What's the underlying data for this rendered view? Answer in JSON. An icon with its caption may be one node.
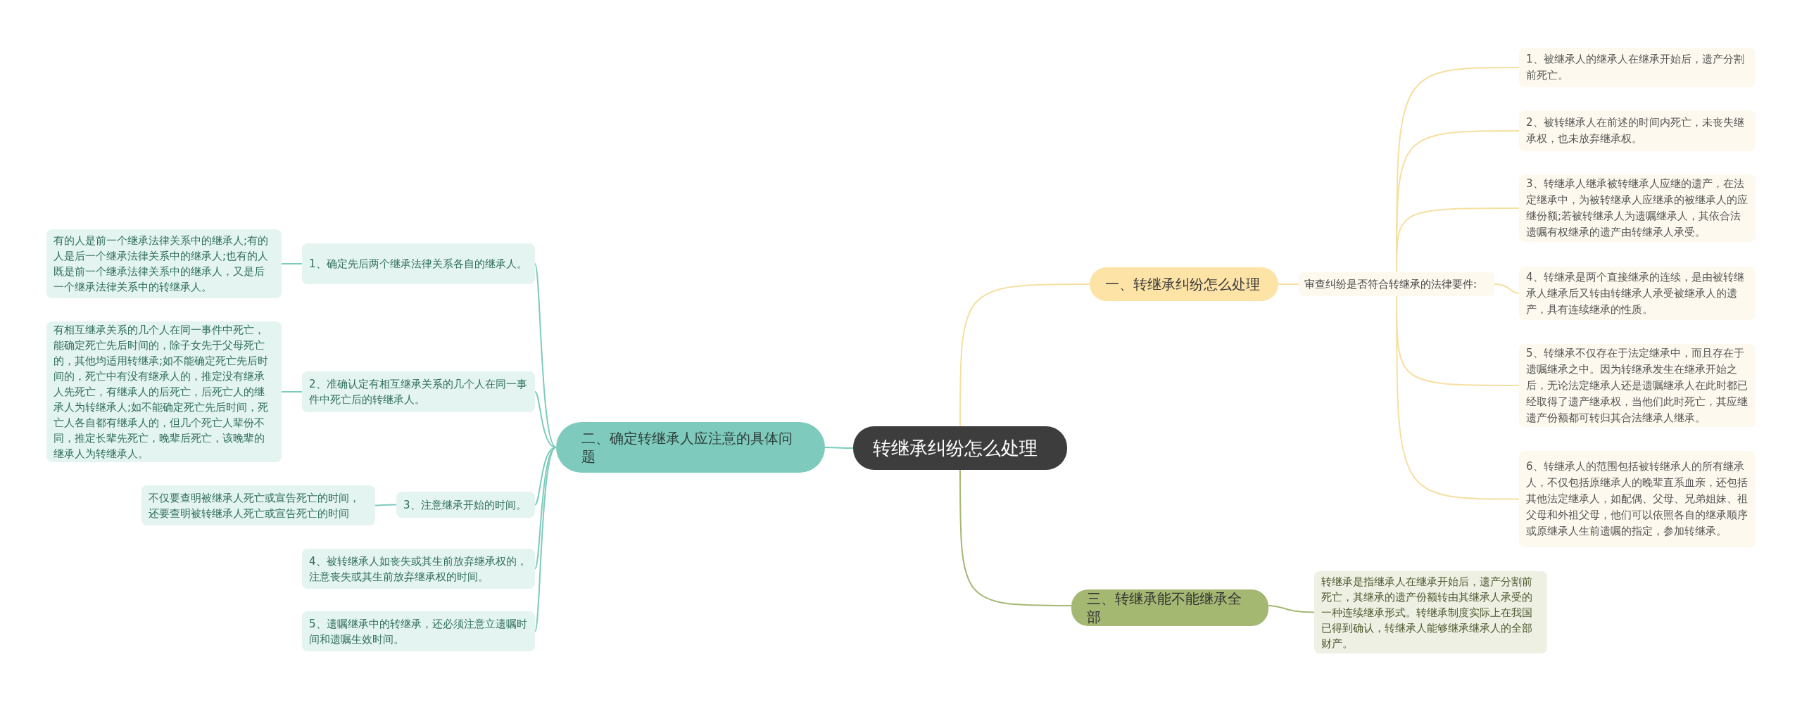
{
  "diagram": {
    "nodes": [
      {
        "text": [
          "转继承纠纷怎么处理"
        ]
      },
      {
        "text": [
          "一、转继承纠纷怎么处理"
        ]
      },
      {
        "text": [
          "审查纠纷是否符合转继承的法律要件:"
        ]
      },
      {
        "text": [
          "1、被继承人的继承人在继承开始后，遗产分割前死亡。"
        ]
      },
      {
        "text": [
          "2、被转继承人在前述的时间内死亡，未丧失继承权，也未放弃继承权。"
        ]
      },
      {
        "text": [
          "3、转继承人继承被转继承人应继的遗产，在法定继承中，为被转继承人应继承的被继承人的应继份额;若被转继承人为遗嘱继承人，其依合法遗嘱有权继承的遗产由转继承人承受。"
        ]
      },
      {
        "text": [
          "4、转继承是两个直接继承的连续，是由被转继承人继承后又转由转继承人承受被继承人的遗产，具有连续继承的性质。"
        ]
      },
      {
        "text": [
          "5、转继承不仅存在于法定继承中，而且存在于遗嘱继承之中。因为转继承发生在继承开始之后，无论法定继承人还是遗嘱继承人在此时都已经取得了遗产继承权，当他们此时死亡，其应继遗产份额都可转归其合法继承人继承。"
        ]
      },
      {
        "text": [
          "6、转继承人的范围包括被转继承人的所有继承人，不仅包括原继承人的晚辈直系血亲，还包括其他法定继承人，如配偶、父母、兄弟姐妹、祖父母和外祖父母，他们可以依照各自的继承顺序或原继承人生前遗嘱的指定，参加转继承。"
        ]
      },
      {
        "text": [
          "二、确定转继承人应注意的具体问题"
        ]
      },
      {
        "text": [
          "1、确定先后两个继承法律关系各自的继承人。"
        ]
      },
      {
        "text": [
          "有的人是前一个继承法律关系中的继承人;有的人是后一个继承法律关系中的继承人;也有的人既是前一个继承法律关系中的继承人，又是后一个继承法律关系中的转继承人。"
        ]
      },
      {
        "text": [
          "2、准确认定有相互继承关系的几个人在同一事件中死亡后的转继承人。"
        ]
      },
      {
        "text": [
          "有相互继承关系的几个人在同一事件中死亡，能确定死亡先后时间的，除子女先于父母死亡的，其他均适用转继承;如不能确定死亡先后时间的，死亡中有没有继承人的，推定没有继承人先死亡，有继承人的后死亡，后死亡人的继承人为转继承人;如不能确定死亡先后时间，死亡人各自都有继承人的，但几个死亡人辈份不同，推定长辈先死亡，晚辈后死亡，该晚辈的继承人为转继承人。"
        ]
      },
      {
        "text": [
          "3、注意继承开始的时间。"
        ]
      },
      {
        "text": [
          "不仅要查明被继承人死亡或宣告死亡的时间，还要查明被转继承人死亡或宣告死亡的时间"
        ]
      },
      {
        "text": [
          "4、被转继承人如丧失或其生前放弃继承权的，注意丧失或其生前放弃继承权的时间。"
        ]
      },
      {
        "text": [
          "5、遗嘱继承中的转继承，还必须注意立遗嘱时间和遗嘱生效时间。"
        ]
      },
      {
        "text": [
          "三、转继承能不能继承全部"
        ]
      },
      {
        "text": [
          "转继承是指继承人在继承开始后，遗产分割前死亡，其继承的遗产份额转由其继承人承受的一种连续继承形式。转继承制度实际上在我国已得到确认，转继承人能够继承继承人的全部财产。"
        ]
      }
    ],
    "edges": [
      {
        "from": 0,
        "to": 1,
        "arrow": "none",
        "color": "#f6dfa0"
      },
      {
        "from": 1,
        "to": 2,
        "arrow": "none",
        "color": "#f6dfa0"
      },
      {
        "from": 2,
        "to": 3,
        "arrow": "none",
        "color": "#f6dfa0"
      },
      {
        "from": 2,
        "to": 4,
        "arrow": "none",
        "color": "#f6dfa0"
      },
      {
        "from": 2,
        "to": 5,
        "arrow": "none",
        "color": "#f6dfa0"
      },
      {
        "from": 2,
        "to": 6,
        "arrow": "none",
        "color": "#f6dfa0"
      },
      {
        "from": 2,
        "to": 7,
        "arrow": "none",
        "color": "#f6dfa0"
      },
      {
        "from": 2,
        "to": 8,
        "arrow": "none",
        "color": "#f6dfa0"
      },
      {
        "from": 0,
        "to": 9,
        "arrow": "none",
        "color": "#7ecbbd"
      },
      {
        "from": 9,
        "to": 10,
        "arrow": "none",
        "color": "#7ecbbd"
      },
      {
        "from": 10,
        "to": 11,
        "arrow": "none",
        "color": "#7ecbbd"
      },
      {
        "from": 9,
        "to": 12,
        "arrow": "none",
        "color": "#7ecbbd"
      },
      {
        "from": 12,
        "to": 13,
        "arrow": "none",
        "color": "#7ecbbd"
      },
      {
        "from": 9,
        "to": 14,
        "arrow": "none",
        "color": "#7ecbbd"
      },
      {
        "from": 14,
        "to": 15,
        "arrow": "none",
        "color": "#7ecbbd"
      },
      {
        "from": 9,
        "to": 16,
        "arrow": "none",
        "color": "#7ecbbd"
      },
      {
        "from": 9,
        "to": 17,
        "arrow": "none",
        "color": "#7ecbbd"
      },
      {
        "from": 0,
        "to": 18,
        "arrow": "none",
        "color": "#a5b872"
      },
      {
        "from": 18,
        "to": 19,
        "arrow": "none",
        "color": "#a5b872"
      }
    ]
  }
}
